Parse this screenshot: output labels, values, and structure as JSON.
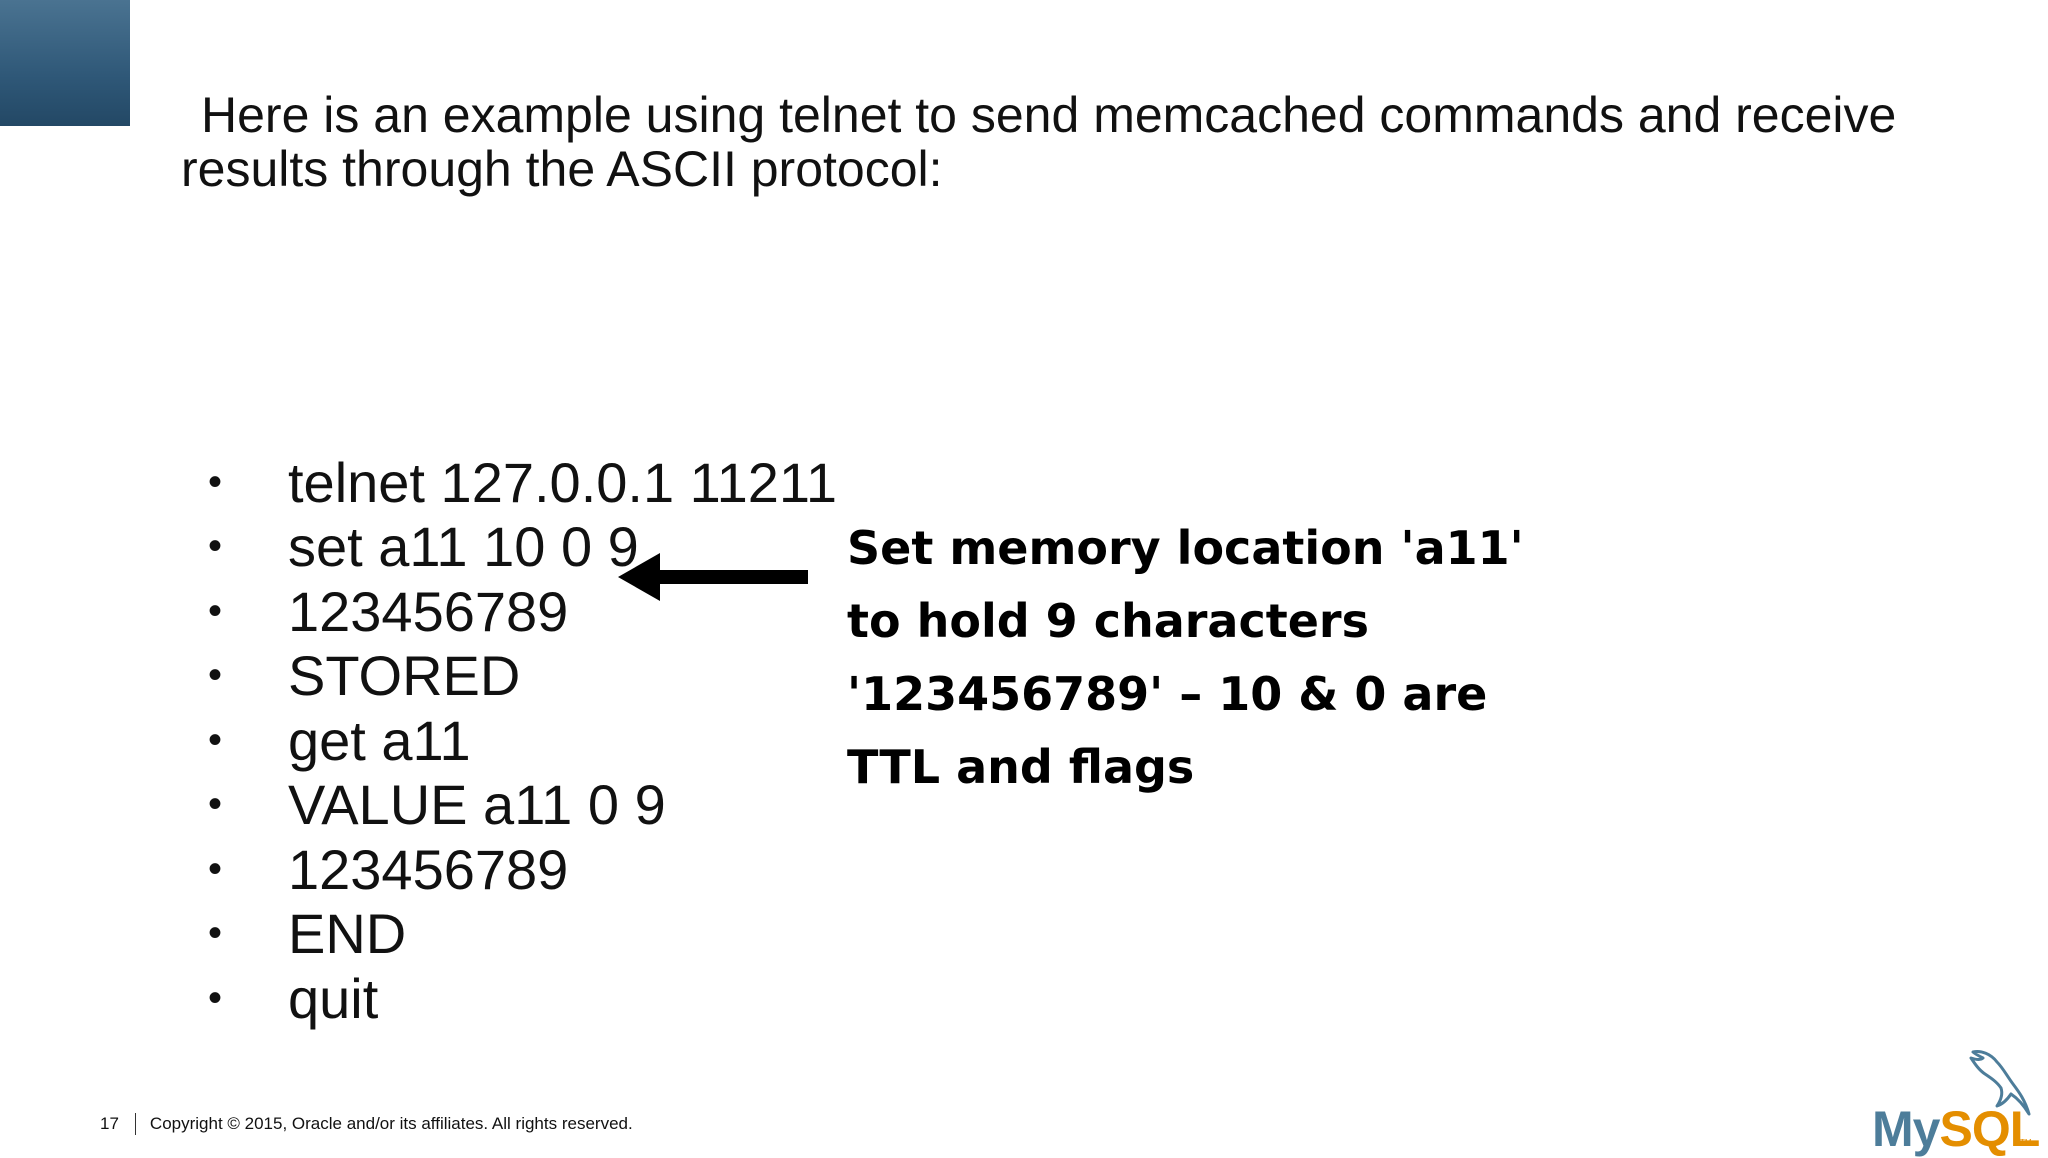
{
  "intro": {
    "line1": "Here is an example using telnet to send memcached commands and receive",
    "line2": "results through the ASCII protocol:"
  },
  "commands": [
    "telnet 127.0.0.1 11211",
    "set a11 10 0 9",
    "123456789",
    "STORED",
    "get a11",
    "VALUE a11 0 9",
    "123456789",
    "END",
    "quit"
  ],
  "bullet": "•",
  "annotation": {
    "lines": [
      "Set memory location 'a11'",
      "to hold 9 characters",
      "'123456789' – 10 & 0 are",
      "TTL and flags"
    ]
  },
  "footer": {
    "page_number": "17",
    "copyright": "Copyright © 2015, Oracle and/or its affiliates. All rights reserved."
  },
  "logo": {
    "my": "My",
    "sql": "SQL",
    "tm": "TM"
  },
  "colors": {
    "corner_block": "#2f5878",
    "logo_my": "#4d7d9a",
    "logo_sql": "#e48e00"
  }
}
